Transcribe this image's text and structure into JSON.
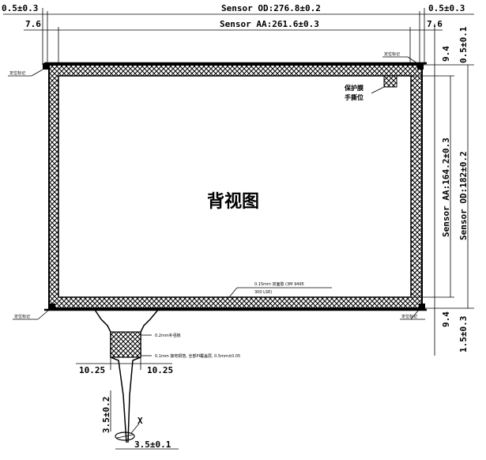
{
  "dimensions": {
    "top_left_offset": "0.5±0.3",
    "top_right_offset": "0.5±0.3",
    "sensor_od_width": "Sensor OD:276.8±0.2",
    "left_margin": "7.6",
    "right_margin": "7.6",
    "sensor_aa_width": "Sensor AA:261.6±0.3",
    "right_top_margin": "9.4",
    "right_top_offset": "0.5±0.1",
    "sensor_aa_height": "Sensor AA:164.2±0.3",
    "sensor_od_height": "Sensor OD:182±0.2",
    "right_bottom_margin": "9.4",
    "right_bottom_offset": "1.5±0.3",
    "tail_left": "10.25",
    "tail_right": "10.25",
    "tail_length": "3.5±0.2",
    "tail_tip": "3.5±0.1",
    "tail_detail_mark": "X"
  },
  "labels": {
    "view_title": "背视图",
    "protect_film": "保护膜",
    "hand_tear": "手撕位",
    "corner_tl": "定位标记",
    "corner_tr": "定位标记",
    "corner_bl": "定位标记",
    "corner_br": "定位标记",
    "tape_note_line1": "0.15mm 双面胶 (3M 9495",
    "tape_note_line2": "300 LSE)",
    "fpc_note_1": "0.2mm补强板",
    "fpc_note_2": "0.1mm 接地铜箔, 全部PI覆盖层, 0.5mm±0.05"
  }
}
